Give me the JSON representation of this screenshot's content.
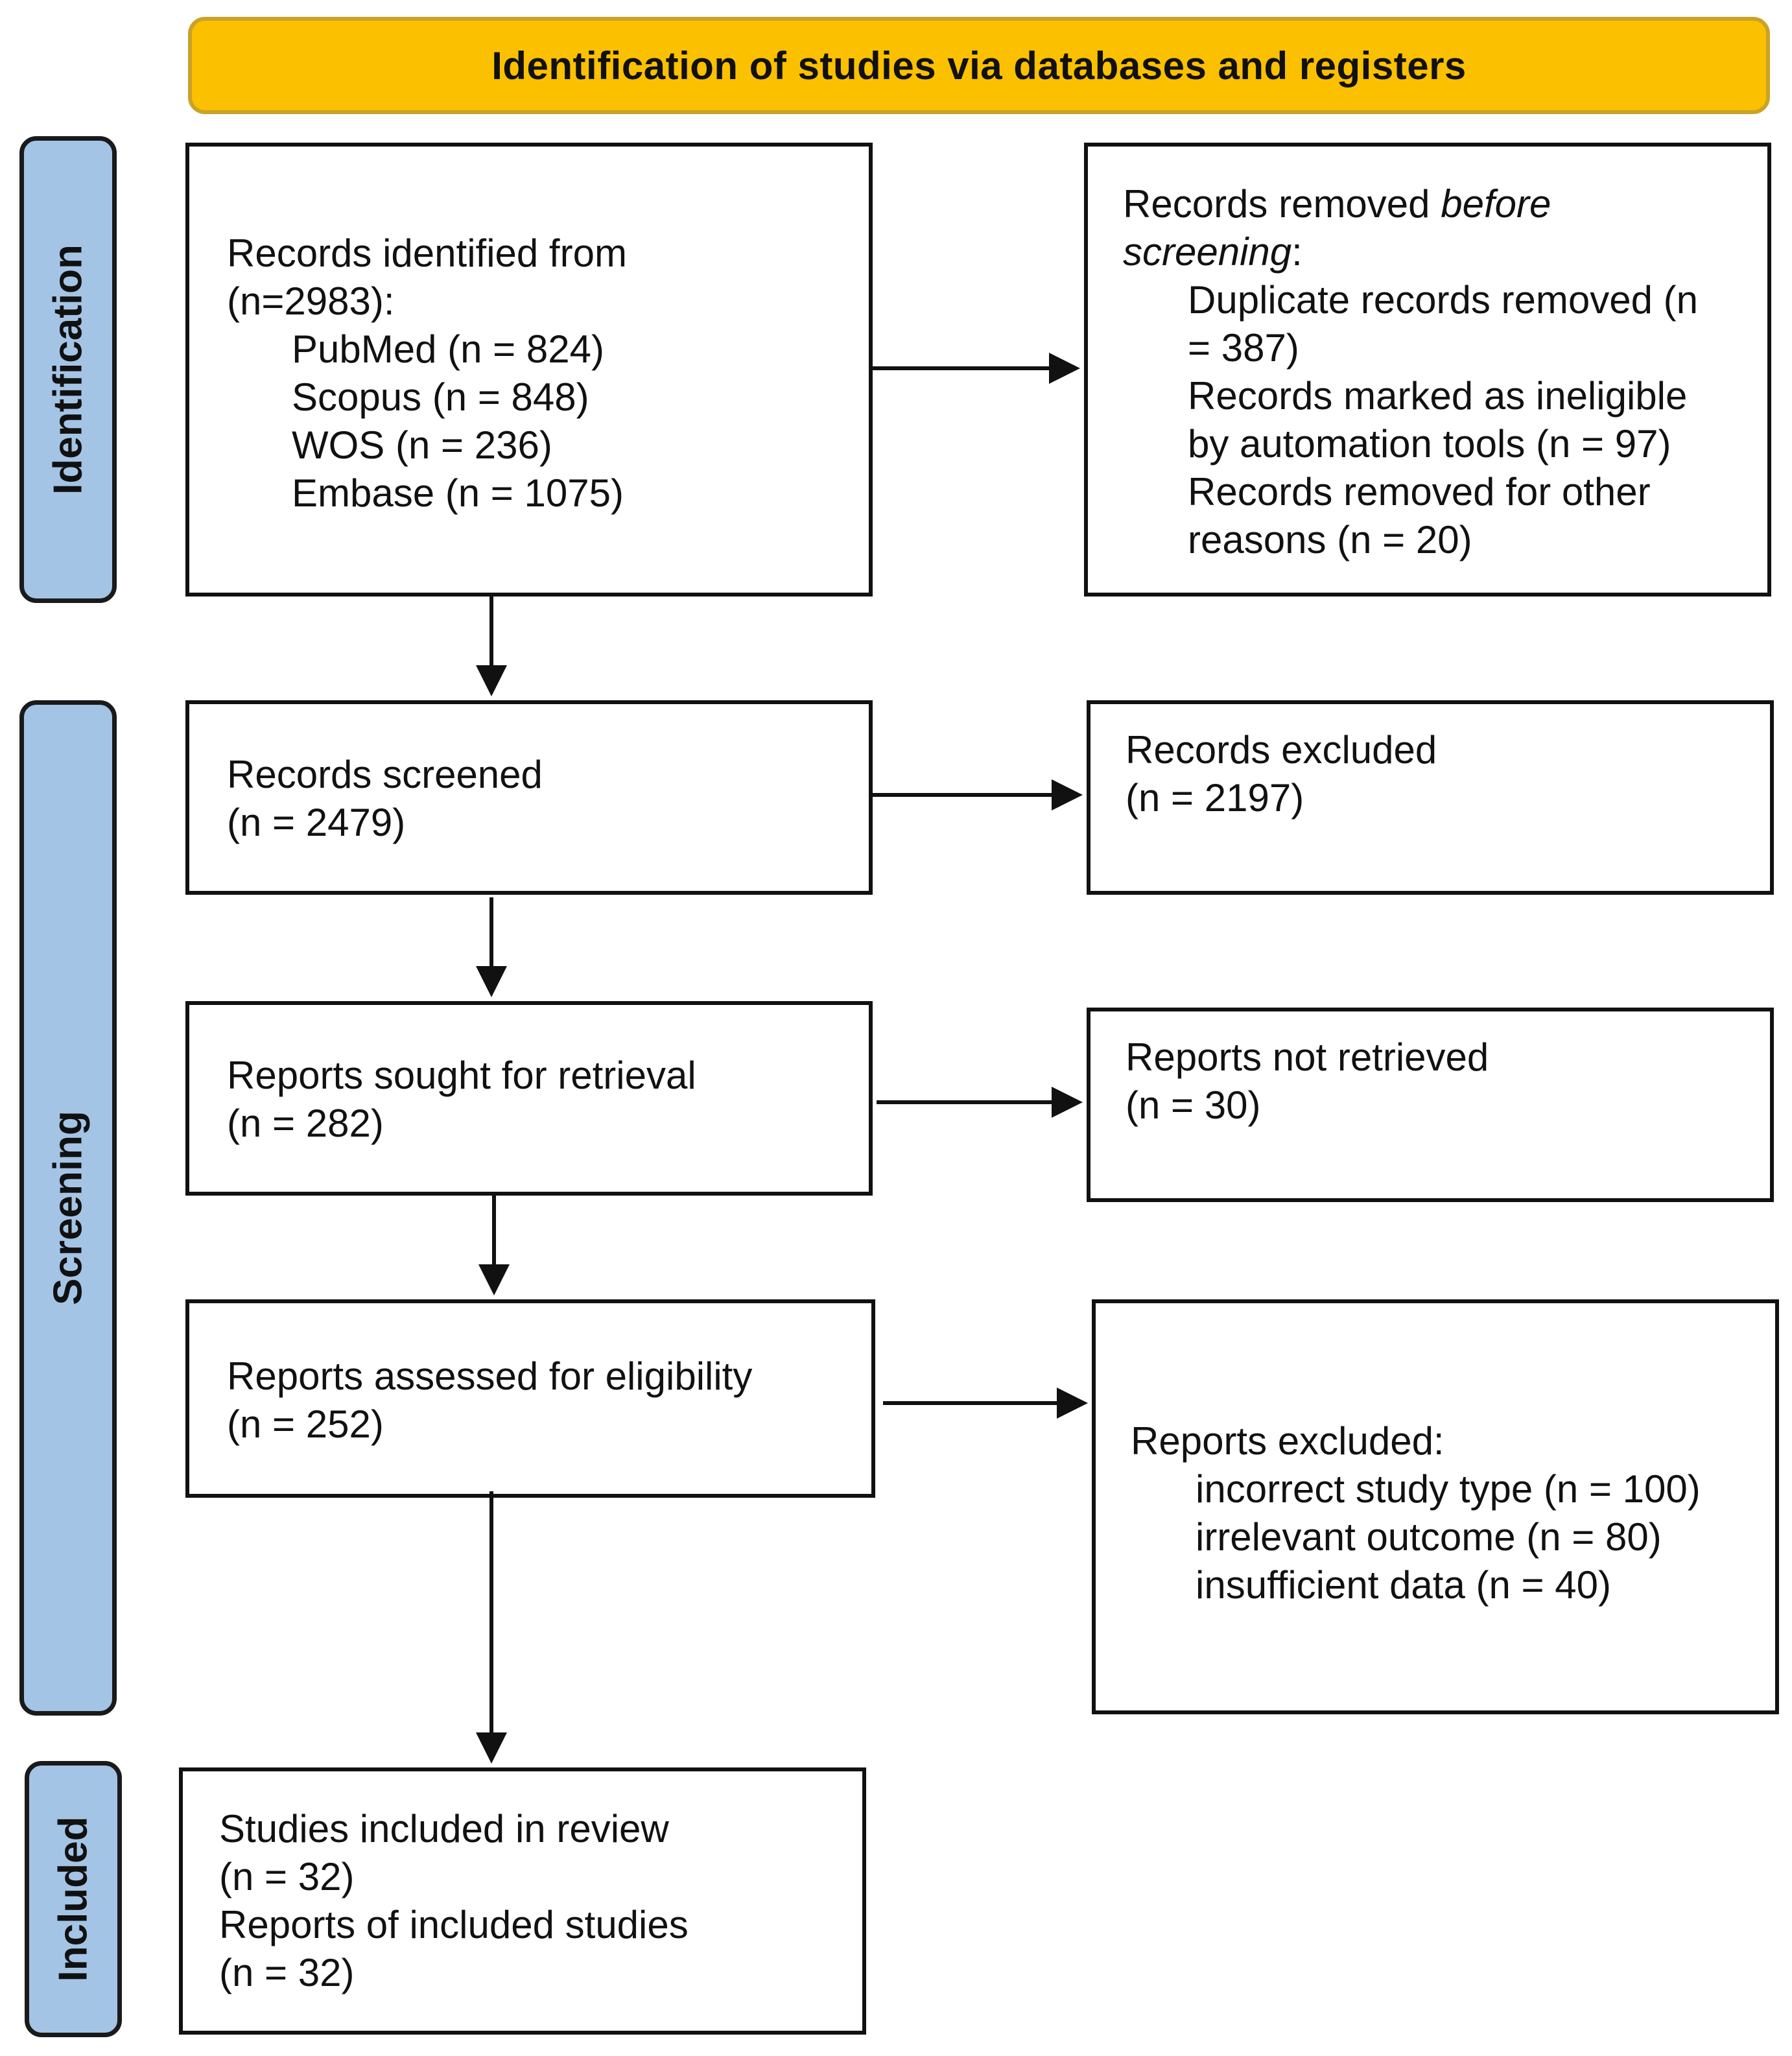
{
  "header": {
    "title": "Identification of studies via databases and registers"
  },
  "phases": {
    "identification": "Identification",
    "screening": "Screening",
    "included": "Included"
  },
  "boxes": {
    "records_identified": {
      "line1": "Records identified from",
      "line2": "(n=2983):",
      "sources": [
        "PubMed (n = 824)",
        "Scopus (n = 848)",
        "WOS (n = 236)",
        "Embase (n = 1075)"
      ]
    },
    "records_removed": {
      "line1_a": "Records removed ",
      "line1_b": "before",
      "line2_a": "screening",
      "line2_b": ":",
      "items": [
        "Duplicate records removed (n",
        "= 387)",
        "Records marked as ineligible",
        "by automation tools (n = 97)",
        "Records removed for other",
        "reasons (n = 20)"
      ]
    },
    "records_screened": {
      "line1": "Records screened",
      "line2": "(n = 2479)"
    },
    "records_excluded": {
      "line1": "Records excluded",
      "line2": "(n = 2197)"
    },
    "reports_sought": {
      "line1": "Reports sought for retrieval",
      "line2": "(n = 282)"
    },
    "reports_not_retrieved": {
      "line1": "Reports not retrieved",
      "line2": "(n = 30)"
    },
    "reports_assessed": {
      "line1": "Reports assessed for eligibility",
      "line2": "(n = 252)"
    },
    "reports_excluded": {
      "line1": "Reports excluded:",
      "items": [
        "incorrect study type (n = 100)",
        "irrelevant outcome (n = 80)",
        "insufficient data (n = 40)"
      ]
    },
    "studies_included": {
      "line1": "Studies included in review",
      "line2": "(n = 32)",
      "line3": "Reports of included studies",
      "line4": "(n = 32)"
    }
  },
  "colors": {
    "banner": "#FBC000",
    "phase": "#A4C4E6",
    "border": "#111111"
  }
}
